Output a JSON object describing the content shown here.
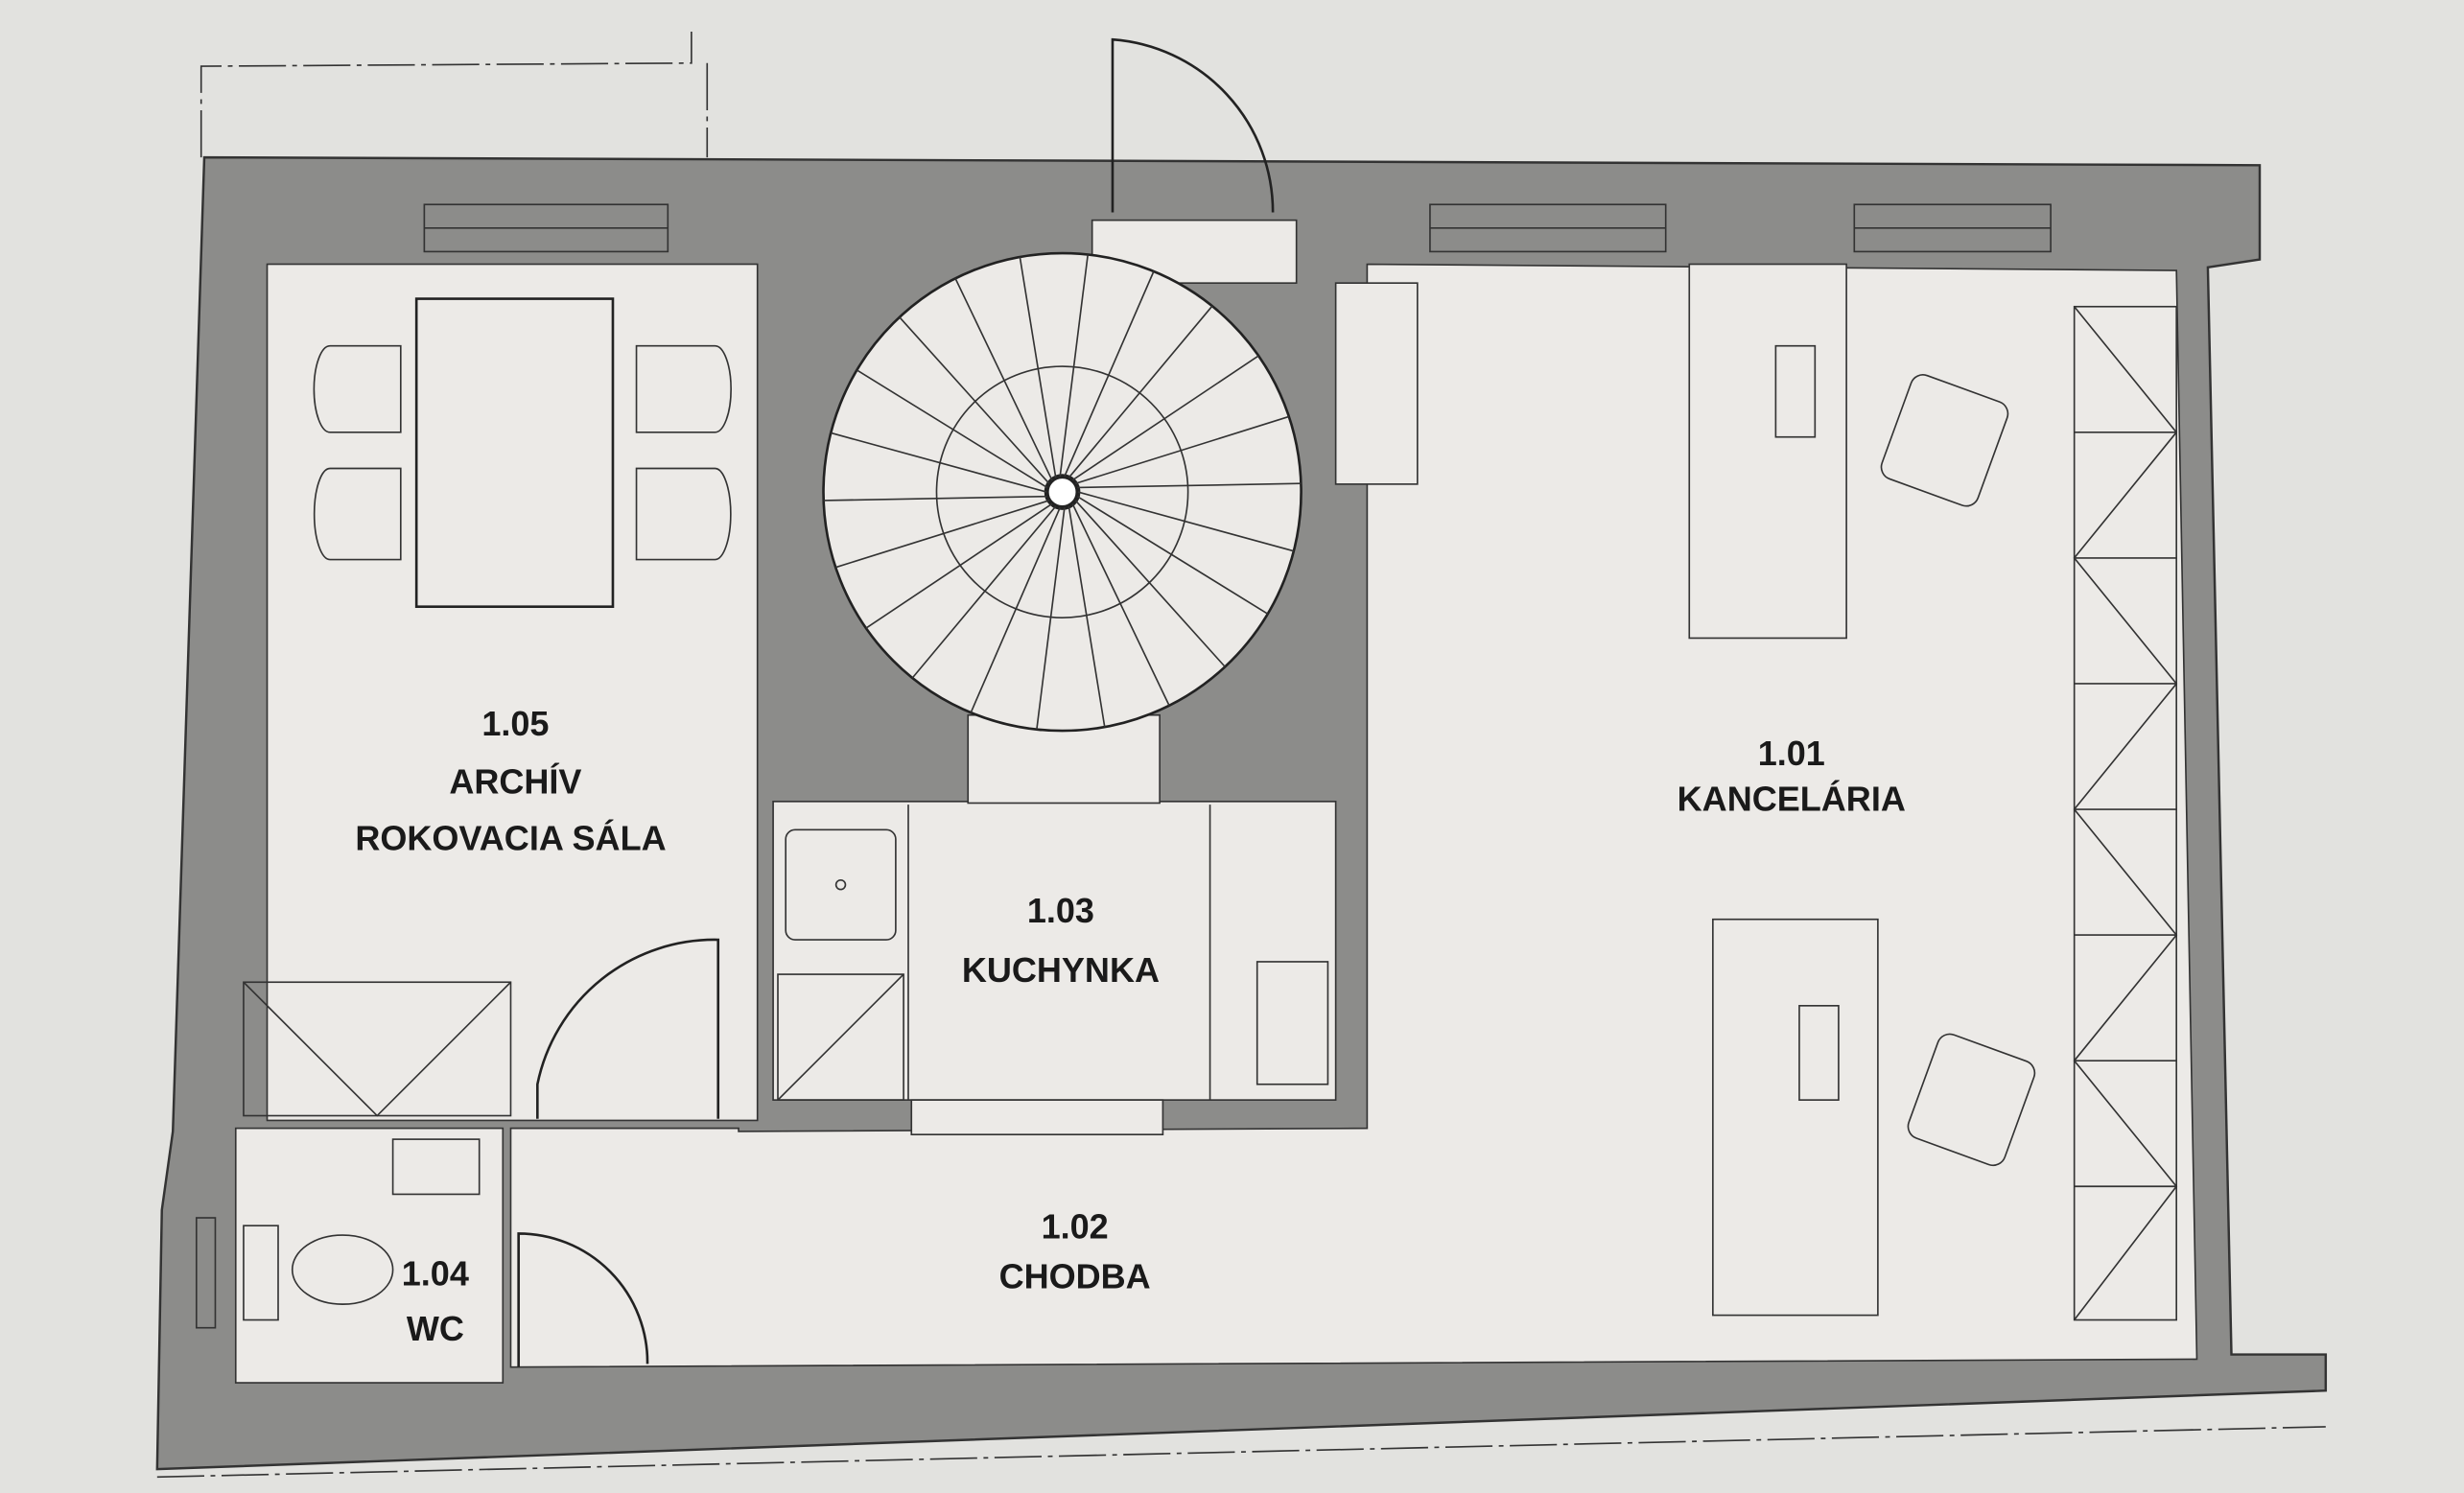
{
  "title": "Floor plan",
  "colors": {
    "wall": "#8c8c8a",
    "room": "#eceae7",
    "background": "#e2e2df",
    "line": "#222222"
  },
  "rooms": [
    {
      "number": "1.05",
      "name_lines": [
        "ARCHÍV",
        "ROKOVACIA SÁLA"
      ]
    },
    {
      "number": "1.03",
      "name_lines": [
        "KUCHYNKA"
      ]
    },
    {
      "number": "1.01",
      "name_lines": [
        "KANCELÁRIA"
      ]
    },
    {
      "number": "1.02",
      "name_lines": [
        "CHODBA"
      ]
    },
    {
      "number": "1.04",
      "name_lines": [
        "WC"
      ]
    }
  ]
}
